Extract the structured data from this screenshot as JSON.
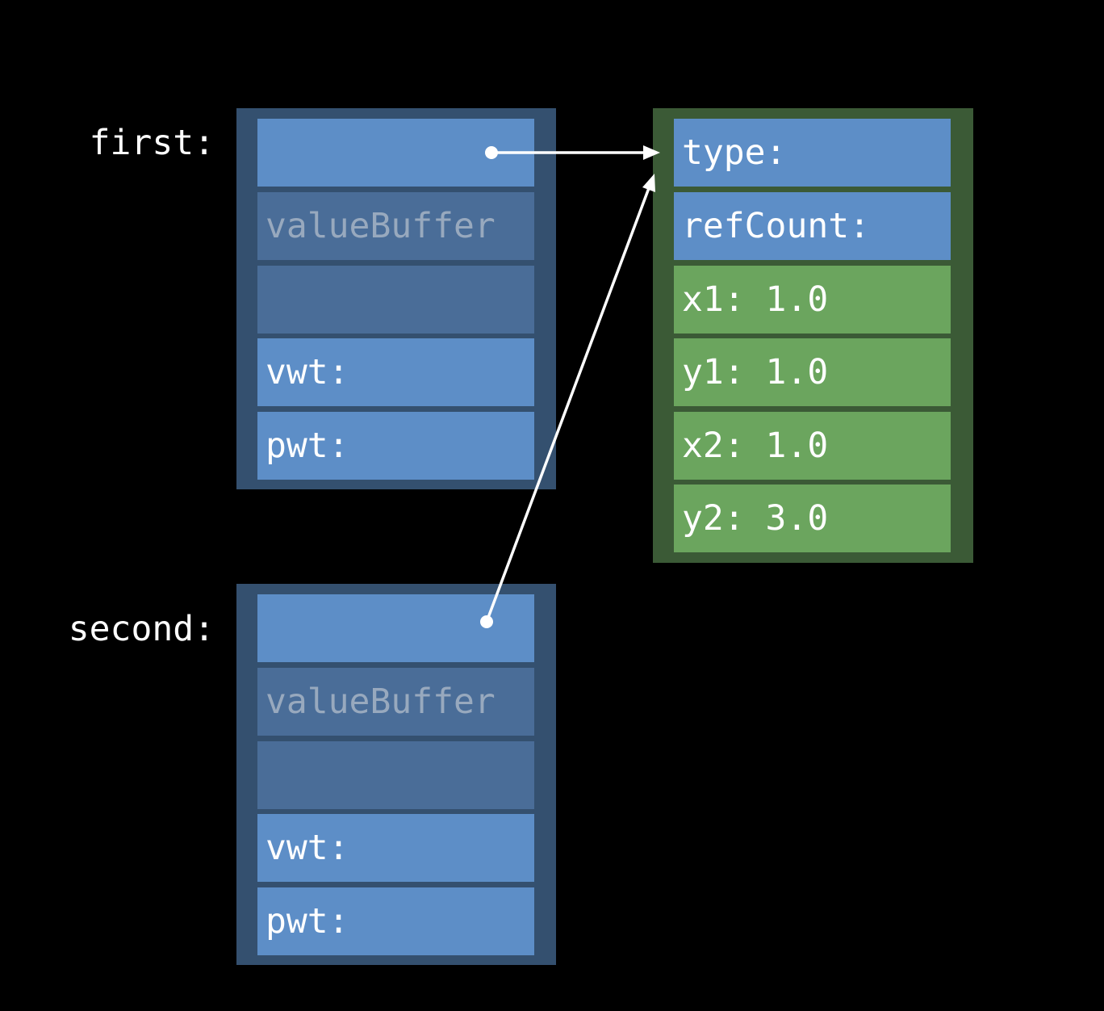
{
  "first": {
    "label": "first:",
    "cells": [
      "",
      "valueBuffer",
      "",
      "vwt:",
      "pwt:"
    ]
  },
  "second": {
    "label": "second:",
    "cells": [
      "",
      "valueBuffer",
      "",
      "vwt:",
      "pwt:"
    ]
  },
  "heap_object": {
    "cells": [
      "type:",
      "refCount:",
      "x1: 1.0",
      "y1: 1.0",
      "x2: 1.0",
      "y2: 3.0"
    ]
  },
  "colors": {
    "existential_border": "#34506f",
    "reference_cell": "#5d8ec7",
    "buffer_cell": "#4a6d98",
    "heap_border": "#3b5a36",
    "heap_field": "#6ba55e",
    "arrow": "#ffffff"
  }
}
